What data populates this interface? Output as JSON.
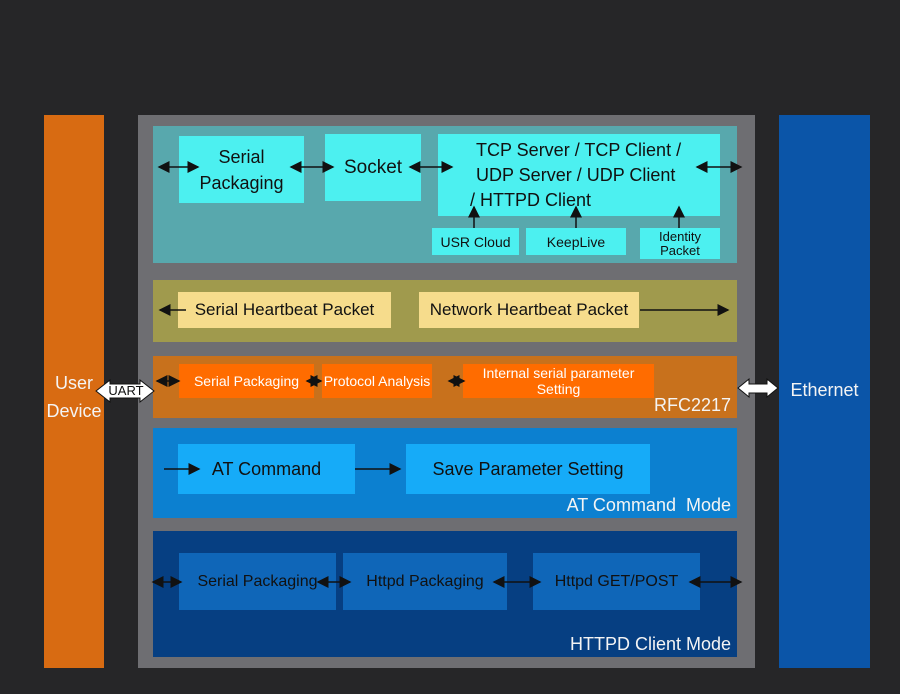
{
  "left_column": {
    "label_line1": "User",
    "label_line2": "Device"
  },
  "right_column": {
    "label": "Ethernet"
  },
  "uart": {
    "label": "UART"
  },
  "layers": {
    "socket": {
      "serial_packaging_line1": "Serial",
      "serial_packaging_line2": "Packaging",
      "socket": "Socket",
      "protocols_line1": "TCP Server / TCP Client /",
      "protocols_line2": "UDP Server / UDP Client",
      "protocols_line3": "/ HTTPD Client",
      "usr_cloud": "USR Cloud",
      "keeplive": "KeepLive",
      "identity_line1": "Identity",
      "identity_line2": "Packet"
    },
    "heartbeat": {
      "serial_heartbeat": "Serial Heartbeat Packet",
      "network_heartbeat": "Network Heartbeat Packet"
    },
    "rfc2217": {
      "serial_packaging": "Serial Packaging",
      "protocol_analysis": "Protocol Analysis",
      "internal_setting": "Internal serial parameter Setting",
      "mode_label": "RFC2217"
    },
    "at_command": {
      "at_command": "AT Command",
      "save_setting": "Save Parameter Setting",
      "mode_label": "AT Command  Mode"
    },
    "httpd": {
      "serial_packaging": "Serial Packaging",
      "httpd_packaging": "Httpd Packaging",
      "httpd_getpost": "Httpd GET/POST",
      "mode_label": "HTTPD Client Mode"
    }
  },
  "colors": {
    "background": "#262628",
    "user_device": "#d86b12",
    "ethernet": "#0b55a8",
    "frame": "#6e6e72",
    "socket_layer": "#58a8ad",
    "heartbeat_layer": "#a09a4d",
    "rfc2217_layer": "#c8711c",
    "at_layer": "#0c80d0",
    "httpd_layer": "#063f82"
  }
}
